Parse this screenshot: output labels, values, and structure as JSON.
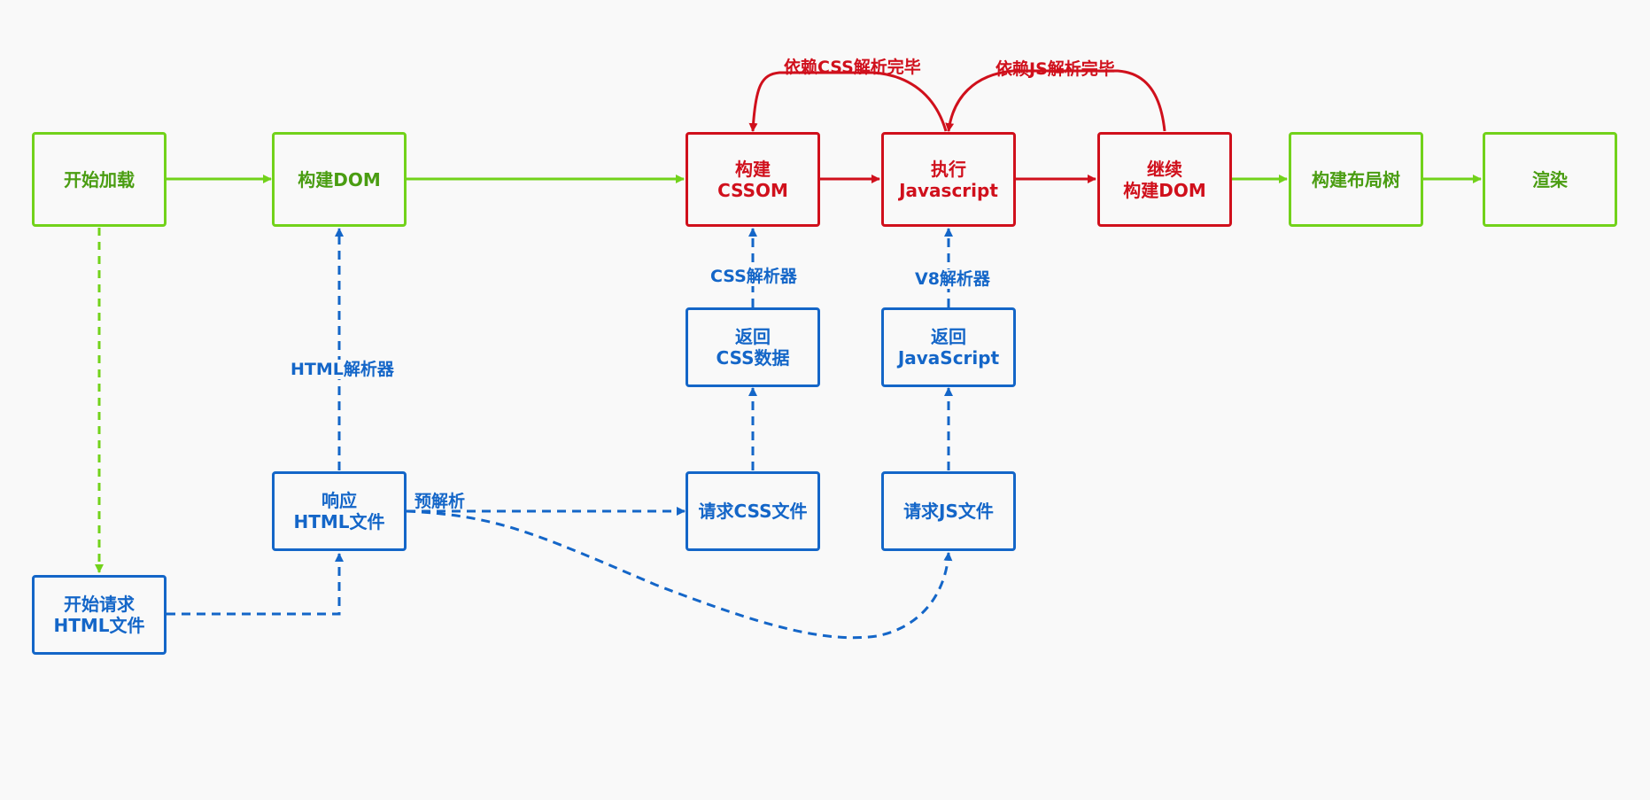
{
  "nodes": {
    "start_loading": {
      "lines": [
        "开始加载"
      ]
    },
    "build_dom": {
      "lines": [
        "构建DOM"
      ]
    },
    "build_cssom": {
      "lines": [
        "构建",
        "CSSOM"
      ]
    },
    "exec_js": {
      "lines": [
        "执行",
        "Javascript"
      ]
    },
    "continue_dom": {
      "lines": [
        "继续",
        "构建DOM"
      ]
    },
    "build_layout": {
      "lines": [
        "构建布局树"
      ]
    },
    "render": {
      "lines": [
        "渲染"
      ]
    },
    "return_css": {
      "lines": [
        "返回",
        "CSS数据"
      ]
    },
    "return_js": {
      "lines": [
        "返回",
        "JavaScript"
      ]
    },
    "request_html": {
      "lines": [
        "开始请求",
        "HTML文件"
      ]
    },
    "response_html": {
      "lines": [
        "响应",
        "HTML文件"
      ]
    },
    "request_css": {
      "lines": [
        "请求CSS文件"
      ]
    },
    "request_js": {
      "lines": [
        "请求JS文件"
      ]
    }
  },
  "labels": {
    "depends_css": "依赖CSS解析完毕",
    "depends_js": "依赖JS解析完毕",
    "css_parser": "CSS解析器",
    "v8_parser": "V8解析器",
    "html_parser": "HTML解析器",
    "preparse": "预解析"
  },
  "colors": {
    "green_border": "#72d21b",
    "green_text": "#4a9d12",
    "red": "#d0101c",
    "blue": "#1466c8",
    "background": "#f9f9f9"
  }
}
